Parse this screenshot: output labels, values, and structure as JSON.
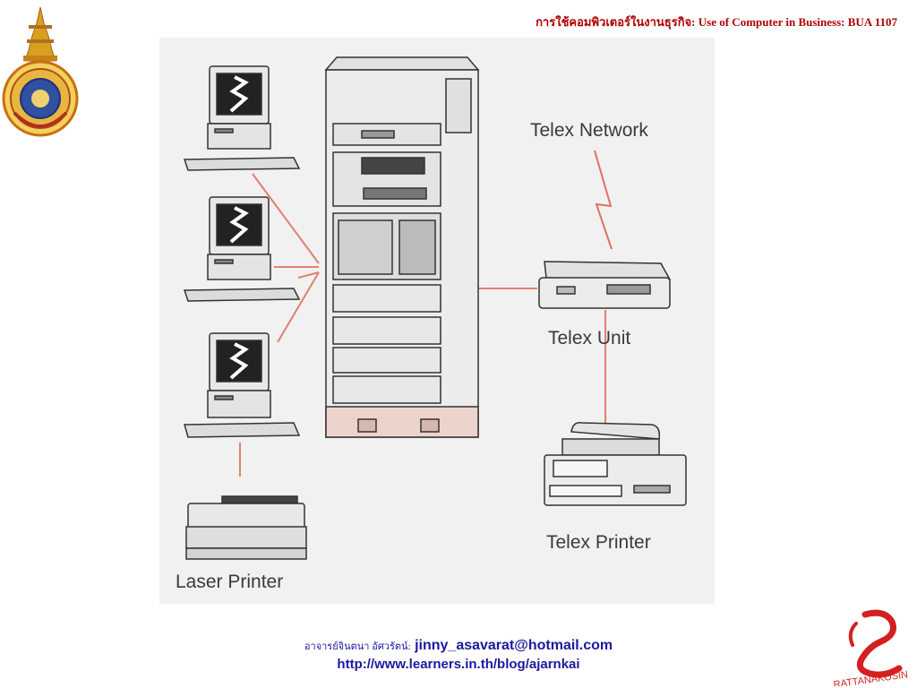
{
  "header": {
    "title": "การใช้คอมพิวเตอร์ในงานธุรกิจ: Use of Computer in Business: BUA 1107"
  },
  "diagram": {
    "labels": {
      "telex_network": "Telex Network",
      "telex_unit": "Telex Unit",
      "telex_printer": "Telex Printer",
      "laser_printer": "Laser Printer"
    },
    "colors": {
      "panel": "#f1f1f1",
      "connector": "#e08070",
      "equipment": "#e9e9e9",
      "outline": "#333333"
    }
  },
  "footer": {
    "instructor": "อาจารย์จินตนา อัศวรัตน์:",
    "email": "jinny_asavarat@hotmail.com",
    "url": "http://www.learners.in.th/blog/ajarnkai"
  },
  "logos": {
    "left": "university-emblem",
    "right": "rattanakosin-logo"
  }
}
